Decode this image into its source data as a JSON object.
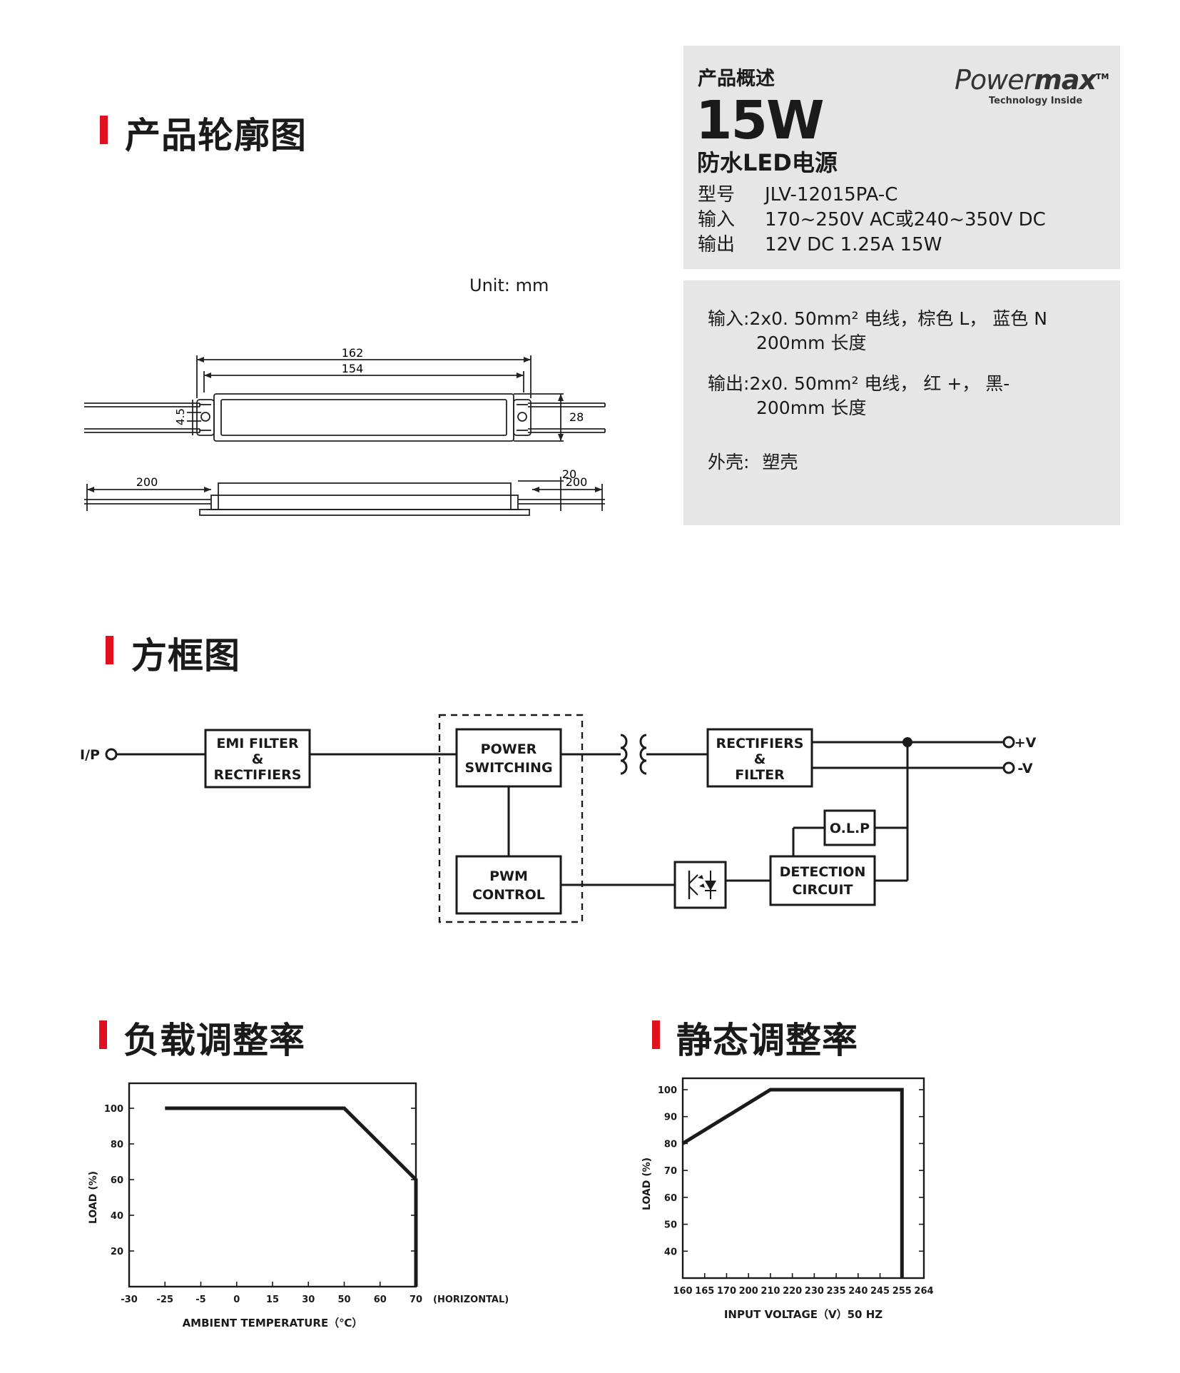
{
  "sections": {
    "outline": "产品轮廓图",
    "block": "方框图",
    "derating": "负载调整率",
    "static": "静态调整率"
  },
  "overview": {
    "label": "产品概述",
    "power": "15W",
    "product": "防水LED电源",
    "rows": [
      {
        "key": "型号",
        "value": "JLV-12015PA-C"
      },
      {
        "key": "输入",
        "value": "170~250V AC或240~350V DC"
      },
      {
        "key": "输出",
        "value": "12V DC 1.25A 15W"
      }
    ],
    "brand_a": "Power",
    "brand_b": "max",
    "brand_tm": "TM",
    "brand_tag": "Technology Inside"
  },
  "wiring": {
    "input_label": "输入:",
    "input_line1": "2x0. 50mm² 电线，棕色 L，  蓝色 N",
    "input_line2": "200mm 长度",
    "output_label": "输出:",
    "output_line1": "2x0. 50mm² 电线，  红 +，  黑-",
    "output_line2": "200mm 长度",
    "case_label": "外壳:",
    "case_value": "塑壳"
  },
  "drawing": {
    "unit": "Unit: mm",
    "dim_162": "162",
    "dim_154": "154",
    "dim_45": "4.5",
    "dim_28": "28",
    "dim_200_left": "200",
    "dim_20": "20",
    "dim_200_right": "200"
  },
  "block_diagram": {
    "ip": "I/P",
    "emi_1": "EMI FILTER",
    "emi_2": "&",
    "emi_3": "RECTIFIERS",
    "psw_1": "POWER",
    "psw_2": "SWITCHING",
    "rect_1": "RECTIFIERS",
    "rect_2": "&",
    "rect_3": "FILTER",
    "pwm_1": "PWM",
    "pwm_2": "CONTROL",
    "olp": "O.L.P",
    "det_1": "DETECTION",
    "det_2": "CIRCUIT",
    "vplus": "+V",
    "vminus": "-V"
  },
  "chart_data": [
    {
      "type": "line",
      "ylabel": "LOAD (%)",
      "xlabel": "AMBIENT TEMPERATURE（℃）",
      "x_ticks": [
        "-30",
        "-25",
        "-5",
        "0",
        "15",
        "30",
        "50",
        "60",
        "70"
      ],
      "x_note": "(HORIZONTAL)",
      "y_ticks": [
        "20",
        "40",
        "60",
        "80",
        "100"
      ],
      "ylim": [
        0,
        100
      ],
      "series": [
        {
          "x": [
            "-25",
            "50",
            "70",
            "70"
          ],
          "y": [
            100,
            100,
            60,
            0
          ]
        }
      ]
    },
    {
      "type": "line",
      "ylabel": "LOAD (%)",
      "xlabel": "INPUT VOLTAGE（V）50 HZ",
      "x_ticks": [
        "160",
        "165",
        "170",
        "200",
        "210",
        "220",
        "230",
        "235",
        "240",
        "245",
        "255",
        "264"
      ],
      "y_ticks": [
        "40",
        "50",
        "60",
        "70",
        "80",
        "90",
        "100"
      ],
      "ylim": [
        30,
        100
      ],
      "series": [
        {
          "x": [
            "160",
            "210",
            "255",
            "255"
          ],
          "y": [
            80,
            100,
            100,
            30
          ]
        }
      ]
    }
  ]
}
